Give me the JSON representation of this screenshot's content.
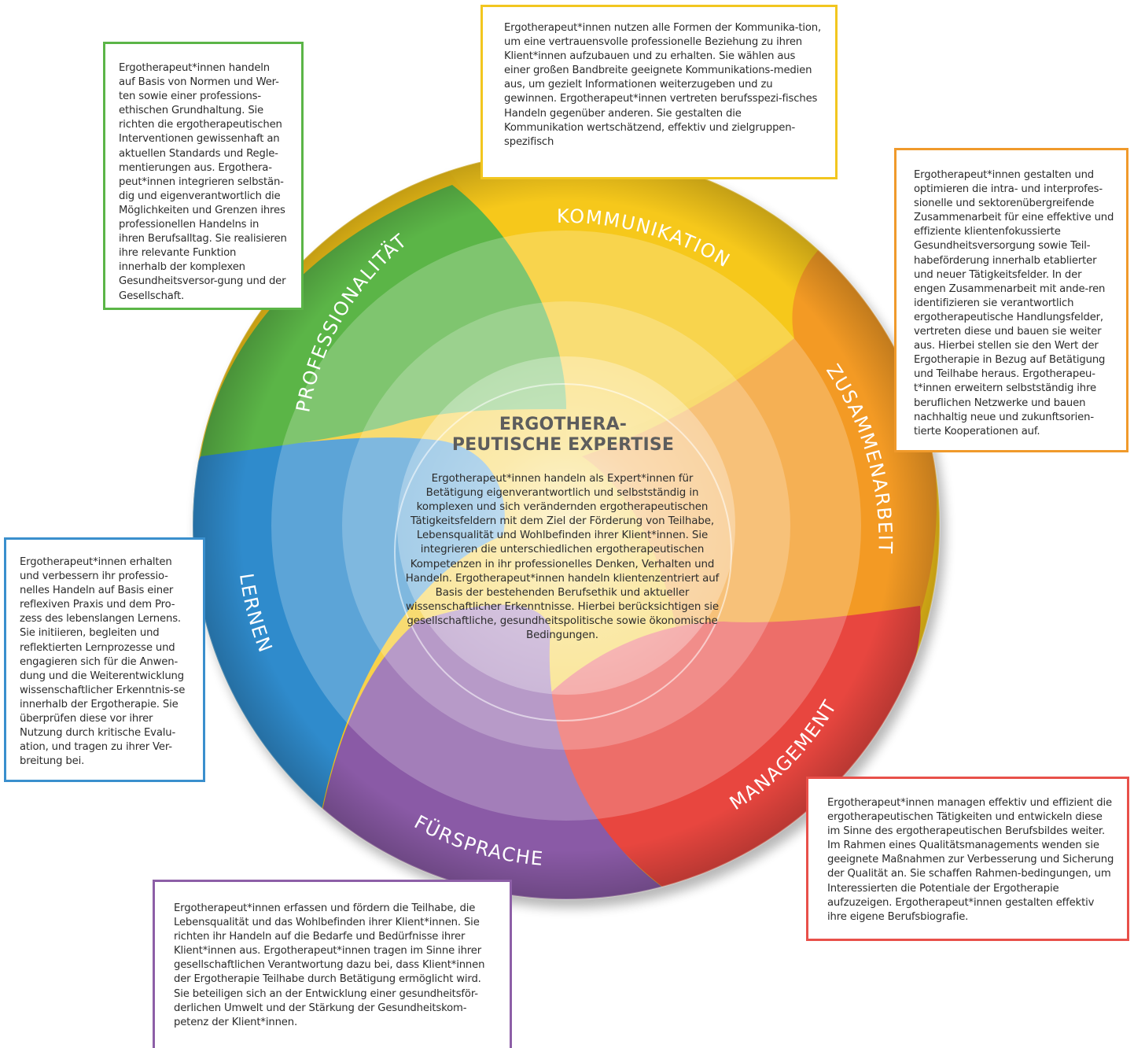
{
  "center": {
    "title_line1": "ERGOTHERA-",
    "title_line2": "PEUTISCHE EXPERTISE",
    "text": "Ergotherapeut*innen handeln als Expert*innen für Betätigung eigenverantwortlich und selbstständig in komplexen und sich verändernden ergotherapeutischen Tätigkeitsfeldern mit dem Ziel der Förderung von Teilhabe, Lebensqualität und Wohlbefinden ihrer Klient*innen. Sie integrieren die unterschiedlichen ergotherapeutischen Kompetenzen in ihr professionelles Denken, Verhalten und Handeln. Ergotherapeut*innen handeln klientenzentriert auf Basis der bestehenden Berufsethik und aktueller wissenschaftlicher Erkenntnisse. Hierbei berücksichtigen sie gesellschaftliche, gesundheitspolitische sowie ökonomische Bedingungen."
  },
  "segments": [
    {
      "key": "professionalitaet",
      "label": "PROFESSIONALITÄT",
      "color": "#5bb547"
    },
    {
      "key": "kommunikation",
      "label": "KOMMUNIKATION",
      "color": "#f5c518"
    },
    {
      "key": "zusammenarbeit",
      "label": "ZUSAMMENARBEIT",
      "color": "#f39a24"
    },
    {
      "key": "management",
      "label": "MANAGEMENT",
      "color": "#e8463f"
    },
    {
      "key": "fuersprache",
      "label": "FÜRSPRACHE",
      "color": "#8a5aa6"
    },
    {
      "key": "lernen",
      "label": "LERNEN",
      "color": "#2f8bcc"
    }
  ],
  "boxes": {
    "professionalitaet": "Ergotherapeut*innen handeln auf Basis von Normen und Wer-ten sowie einer professions-ethischen Grundhaltung. Sie richten die ergotherapeutischen Interventionen gewissenhaft an aktuellen Standards und Regle-mentierungen aus. Ergothera-peut*innen integrieren selbstän-dig und eigenverantwortlich die Möglichkeiten und Grenzen ihres professionellen Handelns in ihren Berufsalltag. Sie realisieren ihre relevante Funktion innerhalb der komplexen Gesundheitsversor-gung und der Gesellschaft.",
    "kommunikation": "Ergotherapeut*innen nutzen alle Formen der Kommunika-tion, um eine vertrauensvolle professionelle Beziehung zu ihren Klient*innen aufzubauen und zu erhalten. Sie wählen aus einer großen Bandbreite geeignete Kommunikations-medien aus, um gezielt Informationen weiterzugeben und zu gewinnen. Ergotherapeut*innen vertreten berufsspezi-fisches Handeln gegenüber anderen. Sie gestalten die Kommunikation wertschätzend, effektiv und zielgruppen-spezifisch",
    "zusammenarbeit": "Ergotherapeut*innen gestalten und optimieren die intra- und interprofes-sionelle und sektorenübergreifende Zusammenarbeit für eine effektive und effiziente klientenfokussierte Gesundheitsversorgung sowie Teil-habeförderung innerhalb etablierter und neuer Tätigkeitsfelder. In der engen Zusammenarbeit mit ande-ren identifizieren sie verantwortlich ergotherapeutische Handlungsfelder, vertreten diese und bauen sie weiter aus. Hierbei stellen sie den Wert der Ergotherapie in Bezug auf Betätigung und Teilhabe heraus. Ergotherapeu-t*innen erweitern selbstständig ihre beruflichen Netzwerke und bauen nachhaltig neue und zukunftsorien-tierte Kooperationen auf.",
    "lernen": "Ergotherapeut*innen erhalten und verbessern ihr professio-nelles Handeln auf Basis einer reflexiven Praxis und dem Pro-zess des lebenslangen Lernens. Sie initiieren, begleiten und reflektierten Lernprozesse und engagieren sich für die Anwen-dung und die Weiterentwicklung wissenschaftlicher Erkenntnis-se innerhalb der Ergotherapie. Sie überprüfen diese vor ihrer Nutzung durch kritische Evalu-ation, und tragen zu ihrer Ver-breitung bei.",
    "management": "Ergotherapeut*innen managen effektiv und effizient die ergotherapeutischen Tätigkeiten und entwickeln diese im Sinne des ergotherapeutischen Berufsbildes weiter. Im Rahmen eines Qualitätsmanagements wenden sie geeignete Maßnahmen zur Verbesserung und Sicherung der Qualität an. Sie schaffen Rahmen-bedingungen, um Interessierten die Potentiale der Ergotherapie aufzuzeigen. Ergotherapeut*innen gestalten effektiv ihre eigene Berufsbiografie.",
    "fuersprache": "Ergotherapeut*innen erfassen und fördern die Teilhabe, die Lebensqualität und das Wohlbefinden ihrer Klient*innen. Sie richten ihr Handeln auf die Bedarfe und Bedürfnisse ihrer Klient*innen aus. Ergotherapeut*innen tragen im Sinne ihrer gesellschaftlichen Verantwortung dazu bei, dass Klient*innen der Ergotherapie Teilhabe durch Betätigung ermöglicht wird. Sie beteiligen sich an der Entwicklung einer gesundheitsför-derlichen Umwelt und der Stärkung der Gesundheitskom-petenz der Klient*innen."
  }
}
